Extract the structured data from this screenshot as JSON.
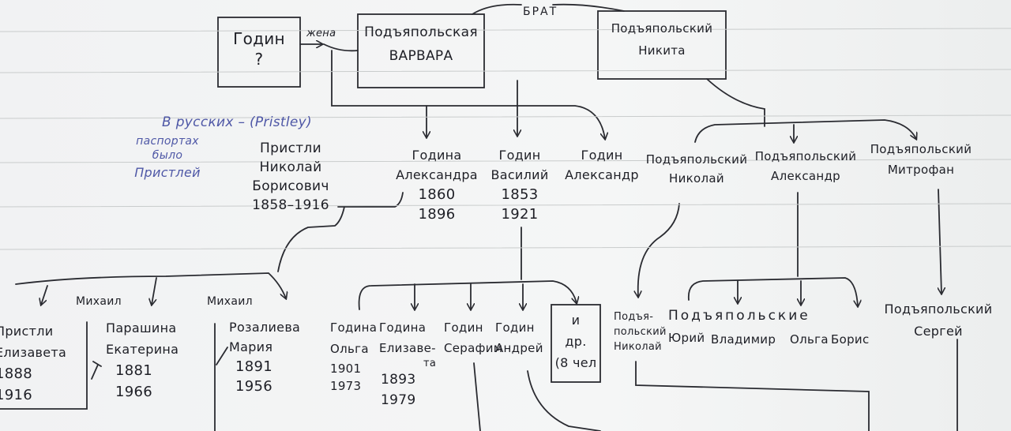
{
  "top": {
    "godin": [
      "Годин",
      "?"
    ],
    "wife_label": "жена",
    "varvara": [
      "Подъяпольская",
      "ВАРВАРА"
    ],
    "brother_label": "БРАТ",
    "nikita": [
      "Подъяпольский",
      "Никита"
    ]
  },
  "note": [
    "В русских – (Pristley)",
    "паспортах",
    "было",
    "Пристлей"
  ],
  "gen2": {
    "pristli": [
      "Пристли",
      "Николай",
      "Борисович",
      "1858–1916"
    ],
    "alexandra": [
      "Година",
      "Александра",
      "1860",
      "1896"
    ],
    "vasiliy": [
      "Годин",
      "Василий",
      "1853",
      "1921"
    ],
    "alexandr": [
      "Годин",
      "Александр"
    ],
    "nikolay": [
      "Подъяпольский",
      "Николай"
    ],
    "alexandr_p": [
      "Подъяпольский",
      "Александр"
    ],
    "mitrofan": [
      "Подъяпольский",
      "Митрофан"
    ]
  },
  "gen3": {
    "mihail1": "Михаил",
    "mihail2": "Михаил",
    "elizaveta": [
      "Пристли",
      "Елизавета",
      "1888",
      "1916"
    ],
    "ekaterina": [
      "Парашина",
      "Екатерина",
      "1881",
      "1966"
    ],
    "maria": [
      "Розалиева",
      "Мария",
      "1891",
      "1956"
    ],
    "olga": [
      "Година",
      "Ольга",
      "1901",
      "1973"
    ],
    "elizaveta_g": [
      "Година",
      "Елизаве-",
      "та",
      "1893",
      "1979"
    ],
    "serafim": [
      "Годин",
      "Серафим"
    ],
    "andrey": [
      "Годин",
      "Андрей"
    ],
    "others": [
      "и",
      "др.",
      "(8 чел"
    ],
    "nikolay_p": [
      "Подъя-",
      "польский",
      "Николай"
    ],
    "podyap_group": "Подъяпольские",
    "yuriy": "Юрий",
    "vladimir": "Владимир",
    "olga_p": "Ольга",
    "boris": "Борис",
    "sergey": [
      "Подъяпольский",
      "Сергей"
    ]
  }
}
